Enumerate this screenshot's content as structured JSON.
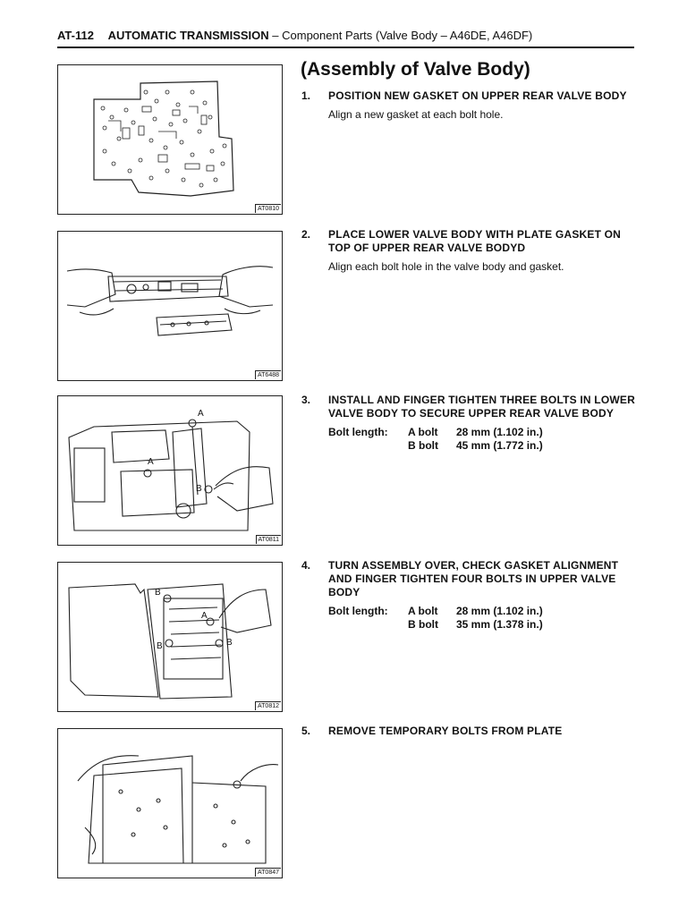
{
  "header": {
    "page": "AT-112",
    "section": "AUTOMATIC TRANSMISSION",
    "subtitle": "– Component Parts (Valve Body – A46DE, A46DF)"
  },
  "title": "(Assembly of Valve Body)",
  "steps": [
    {
      "num": "1.",
      "heading": "POSITION NEW GASKET ON UPPER REAR VALVE BODY",
      "note": "Align a new gasket at each bolt hole.",
      "figure_code": "AT0810"
    },
    {
      "num": "2.",
      "heading": "PLACE LOWER VALVE BODY WITH PLATE GASKET ON TOP OF UPPER REAR VALVE BODYD",
      "note": "Align each bolt hole in the valve body and gasket.",
      "figure_code": "AT6488"
    },
    {
      "num": "3.",
      "heading": "INSTALL AND FINGER TIGHTEN THREE BOLTS IN LOWER VALVE BODY TO SECURE UPPER REAR VALVE BODY",
      "spec_label": "Bolt length:",
      "spec_rows": [
        {
          "bolt": "A bolt",
          "length": "28 mm (1.102 in.)"
        },
        {
          "bolt": "B bolt",
          "length": "45 mm (1.772 in.)"
        }
      ],
      "figure_code": "AT0811",
      "callouts": [
        "A",
        "A",
        "B"
      ]
    },
    {
      "num": "4.",
      "heading": "TURN ASSEMBLY OVER, CHECK GASKET ALIGNMENT AND FINGER TIGHTEN FOUR BOLTS IN UPPER VALVE BODY",
      "spec_label": "Bolt length:",
      "spec_rows": [
        {
          "bolt": "A bolt",
          "length": "28 mm (1.102 in.)"
        },
        {
          "bolt": "B bolt",
          "length": "35 mm (1.378 in.)"
        }
      ],
      "figure_code": "AT0812",
      "callouts": [
        "B",
        "A",
        "B",
        "B"
      ]
    },
    {
      "num": "5.",
      "heading": "REMOVE TEMPORARY BOLTS FROM PLATE",
      "figure_code": "AT0847"
    }
  ]
}
